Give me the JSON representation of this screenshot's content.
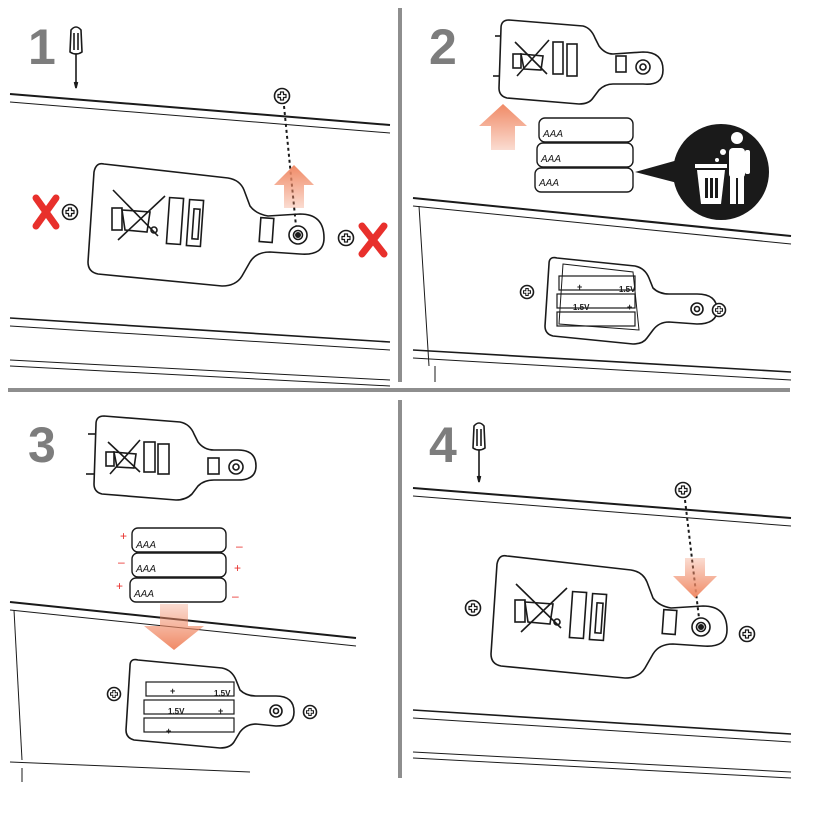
{
  "steps": [
    {
      "number": "1"
    },
    {
      "number": "2"
    },
    {
      "number": "3"
    },
    {
      "number": "4"
    }
  ],
  "battery_label": "AAA",
  "voltage_label": "1.5V",
  "polarity_plus": "+",
  "polarity_minus": "–",
  "colors": {
    "ink": "#1a1a1a",
    "arrow": "#f08a66",
    "cross": "#e8302c",
    "divider": "#8e8e8e",
    "step_number": "#7d7d7d"
  },
  "icons": [
    "screwdriver-icon",
    "screw-icon",
    "cross-mark-icon",
    "arrow-icon",
    "recycle-bin-icon",
    "battery-icon"
  ]
}
